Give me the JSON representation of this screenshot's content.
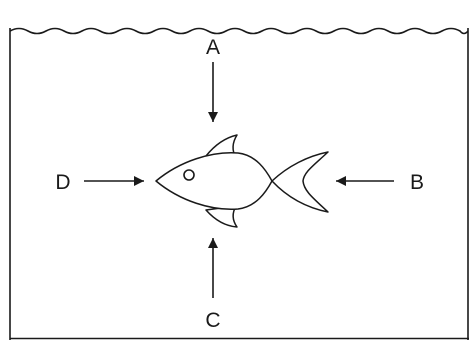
{
  "labels": {
    "top": "A",
    "right": "B",
    "bottom": "C",
    "left": "D"
  }
}
